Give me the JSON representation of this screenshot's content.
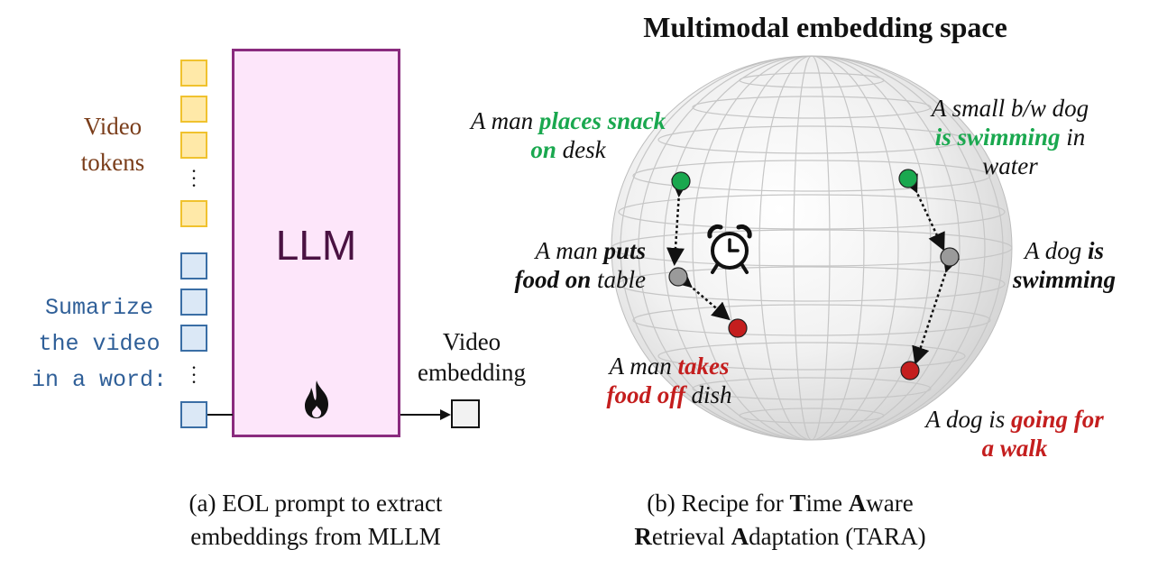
{
  "left_panel": {
    "video_tokens_label_line1": "Video",
    "video_tokens_label_line2": "tokens",
    "prompt_line1": "Sumarize",
    "prompt_line2": "the video",
    "prompt_line3": "in a word:",
    "llm_label": "LLM",
    "output_label_line1": "Video",
    "output_label_line2": "embedding",
    "caption_line1": "(a) EOL prompt to extract",
    "caption_line2": "embeddings from MLLM",
    "colors": {
      "video_token_fill": "#ffe9a8",
      "video_token_border": "#f0c22e",
      "text_token_fill": "#dbe8f6",
      "text_token_border": "#3a6ea5",
      "llm_fill": "#fde6fa",
      "llm_border": "#8a2b7e",
      "video_label": "#7a3d1a",
      "prompt_label": "#2f5f98"
    }
  },
  "right_panel": {
    "title": "Multimodal embedding space",
    "left_cluster": {
      "green": {
        "prefix": "A man ",
        "highlight_1": "places snack",
        "highlight_2": "on",
        "suffix": " desk"
      },
      "gray": {
        "prefix": "A man ",
        "highlight_1": "puts",
        "highlight_2": "food on",
        "suffix": " table"
      },
      "red": {
        "prefix": "A man ",
        "highlight_1": "takes",
        "highlight_2": "food off",
        "suffix": " dish"
      }
    },
    "right_cluster": {
      "green": {
        "line1": "A small b/w dog",
        "highlight": "is swimming",
        "suffix": " in",
        "line3": "water"
      },
      "gray": {
        "prefix": "A dog ",
        "highlight_1": "is",
        "highlight_2": "swimming"
      },
      "red": {
        "prefix": "A dog is ",
        "highlight_1": "going for",
        "highlight_2": "a walk"
      }
    },
    "caption_line1_parts": [
      "(b) Recipe for ",
      "T",
      "ime ",
      "A",
      "ware"
    ],
    "caption_line2_parts": [
      "R",
      "etrieval ",
      "A",
      "daptation (TARA)"
    ],
    "colors": {
      "green": "#1aa84f",
      "gray": "#9a9a9a",
      "red": "#c41e1e"
    }
  }
}
